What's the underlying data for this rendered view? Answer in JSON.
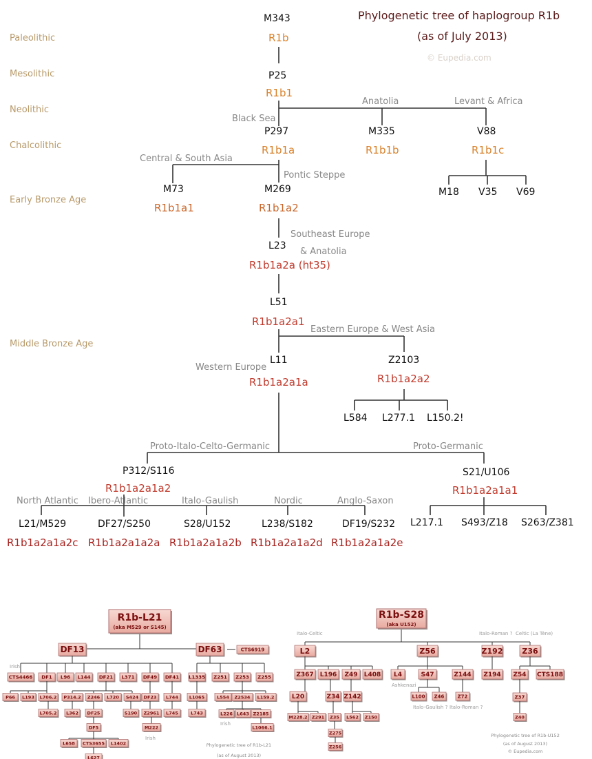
{
  "header": {
    "title": "Phylogenetic tree of haplogroup R1b",
    "subtitle": "(as of July 2013)",
    "credit": "© Eupedia.com"
  },
  "periods": [
    "Paleolithic",
    "Mesolithic",
    "Neolithic",
    "Chalcolithic",
    "Early Bronze Age",
    "Middle Bronze Age"
  ],
  "tree": {
    "m343": "M343",
    "r1b": "R1b",
    "p25": "P25",
    "r1b1": "R1b1",
    "black_sea": "Black Sea",
    "anatolia": "Anatolia",
    "levant_africa": "Levant & Africa",
    "p297": "P297",
    "r1b1a": "R1b1a",
    "m335": "M335",
    "r1b1b": "R1b1b",
    "v88": "V88",
    "r1b1c": "R1b1c",
    "m18": "M18",
    "v35": "V35",
    "v69": "V69",
    "central_south_asia": "Central & South Asia",
    "pontic_steppe": "Pontic Steppe",
    "m73": "M73",
    "r1b1a1": "R1b1a1",
    "m269": "M269",
    "r1b1a2": "R1b1a2",
    "se_europe": "Southeast Europe",
    "and_anatolia": "& Anatolia",
    "l23": "L23",
    "r1b1a2a": "R1b1a2a (ht35)",
    "l51": "L51",
    "r1b1a2a1": "R1b1a2a1",
    "eastern_europe": "Eastern Europe & West Asia",
    "western_europe": "Western Europe",
    "l11": "L11",
    "r1b1a2a1a": "R1b1a2a1a",
    "z2103": "Z2103",
    "r1b1a2a2": "R1b1a2a2",
    "l584": "L584",
    "l277": "L277.1",
    "l150": "L150.2!",
    "proto_icg": "Proto-Italo-Celto-Germanic",
    "proto_germanic": "Proto-Germanic",
    "p312": "P312/S116",
    "r1b1a2a1a2": "R1b1a2a1a2",
    "s21": "S21/U106",
    "r1b1a2a1a1": "R1b1a2a1a1",
    "north_atlantic": "North Atlantic",
    "ibero_atlantic": "Ibero-Atlantic",
    "italo_gaulish": "Italo-Gaulish",
    "nordic": "Nordic",
    "anglo_saxon": "Anglo-Saxon",
    "l21": "L21/M529",
    "r1b1a2a1a2c": "R1b1a2a1a2c",
    "df27": "DF27/S250",
    "r1b1a2a1a2a": "R1b1a2a1a2a",
    "s28": "S28/U152",
    "r1b1a2a1a2b": "R1b1a2a1a2b",
    "l238": "L238/S182",
    "r1b1a2a1a2d": "R1b1a2a1a2d",
    "df19": "DF19/S232",
    "r1b1a2a1a2e": "R1b1a2a1a2e",
    "l217": "L217.1",
    "s493": "S493/Z18",
    "s263": "S263/Z381"
  },
  "l21_tree": {
    "root": "R1b-L21",
    "root_sub": "(aka M529 or S145)",
    "df13": "DF13",
    "df63": "DF63",
    "cts6919": "CTS6919",
    "irish": "Irish",
    "row1": [
      "CTS4466",
      "DF1",
      "L96",
      "L144",
      "DF21",
      "L371",
      "DF49",
      "DF41",
      "L1335",
      "Z251",
      "Z253",
      "Z255"
    ],
    "p66": "P66",
    "l193": "L193",
    "l706": "L706.2",
    "l705": "L705.2",
    "p314": "P314.2",
    "l362": "L362",
    "z246": "Z246",
    "df25": "DF25",
    "df5": "DF5",
    "l658": "L658",
    "cts3655": "CTS3655",
    "l1402": "L1402",
    "l627": "L627",
    "l720": "L720",
    "s424": "S424",
    "s190": "S190",
    "df23": "DF23",
    "z2961": "Z2961",
    "m222": "M222",
    "irish2": "Irish",
    "l744": "L744",
    "l745": "L745",
    "l1065": "L1065",
    "l743": "L743",
    "l554": "L554",
    "z2534": "Z2534",
    "l159": "L159.2",
    "l226": "L226",
    "l643": "L643",
    "z2185": "Z2185",
    "irish3": "Irish",
    "l1066": "L1066.1",
    "caption1": "Phylogenetic tree of R1b-L21",
    "caption2": "(as of August 2013)"
  },
  "s28_tree": {
    "root": "R1b-S28",
    "root_sub": "(aka U152)",
    "italo_celtic": "Italo-Celtic",
    "italo_roman_q": "Italo-Roman ?",
    "celtic": "Celtic (La Tène)",
    "l2": "L2",
    "z56": "Z56",
    "z192": "Z192",
    "z36": "Z36",
    "z367": "Z367",
    "l196": "L196",
    "z49": "Z49",
    "l408": "L408",
    "l4": "L4",
    "ashkenazi": "Ashkenazi",
    "s47": "S47",
    "z144": "Z144",
    "z194": "Z194",
    "z54": "Z54",
    "cts188": "CTS188",
    "l20": "L20",
    "m228": "M228.2",
    "z291": "Z291",
    "z34": "Z34",
    "z35": "Z35",
    "z275": "Z275",
    "z256": "Z256",
    "z142": "Z142",
    "l562": "L562",
    "z150": "Z150",
    "l100": "L100",
    "z46": "Z46",
    "italo_gaulish": "Italo-Gaulish ?",
    "z72": "Z72",
    "italo_roman": "Italo-Roman ?",
    "z37": "Z37",
    "z40": "Z40",
    "caption1": "Phylogenetic tree of R1b-U152",
    "caption2": "(as of August 2013)",
    "credit": "© Eupedia.com"
  }
}
